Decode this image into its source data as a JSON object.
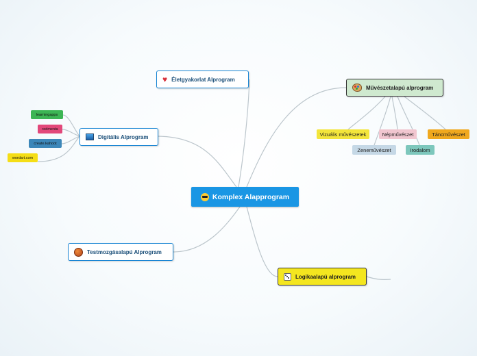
{
  "central": {
    "label": "Komplex Alapprogram",
    "icon": "sunglasses-icon",
    "color": "#1a96e4"
  },
  "branches": {
    "elet": {
      "label": "Életgyakorlat Alprogram",
      "icon": "heart-icon"
    },
    "digitalis": {
      "label": "Digitális Alprogram",
      "icon": "monitor-icon",
      "leaves": [
        {
          "label": "learningapps",
          "color": "#3cb554"
        },
        {
          "label": "redmenta",
          "color": "#e2487a"
        },
        {
          "label": "create.kahoot",
          "color": "#3c87b9"
        },
        {
          "label": "wordart.com",
          "color": "#f5de16"
        }
      ]
    },
    "testmozgas": {
      "label": "Testmozgásalapú Alprogram",
      "icon": "ball-icon"
    },
    "muveszet": {
      "label": "Művészetalapú alprogram",
      "icon": "palette-icon",
      "color": "#cfe9cf",
      "children": [
        {
          "label": "Vizuális művészetek",
          "color": "#f3e53b"
        },
        {
          "label": "Népművészet",
          "color": "#f1c6d0"
        },
        {
          "label": "Táncművészet",
          "color": "#f0a81e"
        },
        {
          "label": "Zeneművészet",
          "color": "#c5d8e6"
        },
        {
          "label": "Irodalom",
          "color": "#7dc7bc"
        }
      ]
    },
    "logika": {
      "label": "Logikaalapú alprogram",
      "icon": "dice-icon",
      "color": "#f4e61f"
    }
  }
}
